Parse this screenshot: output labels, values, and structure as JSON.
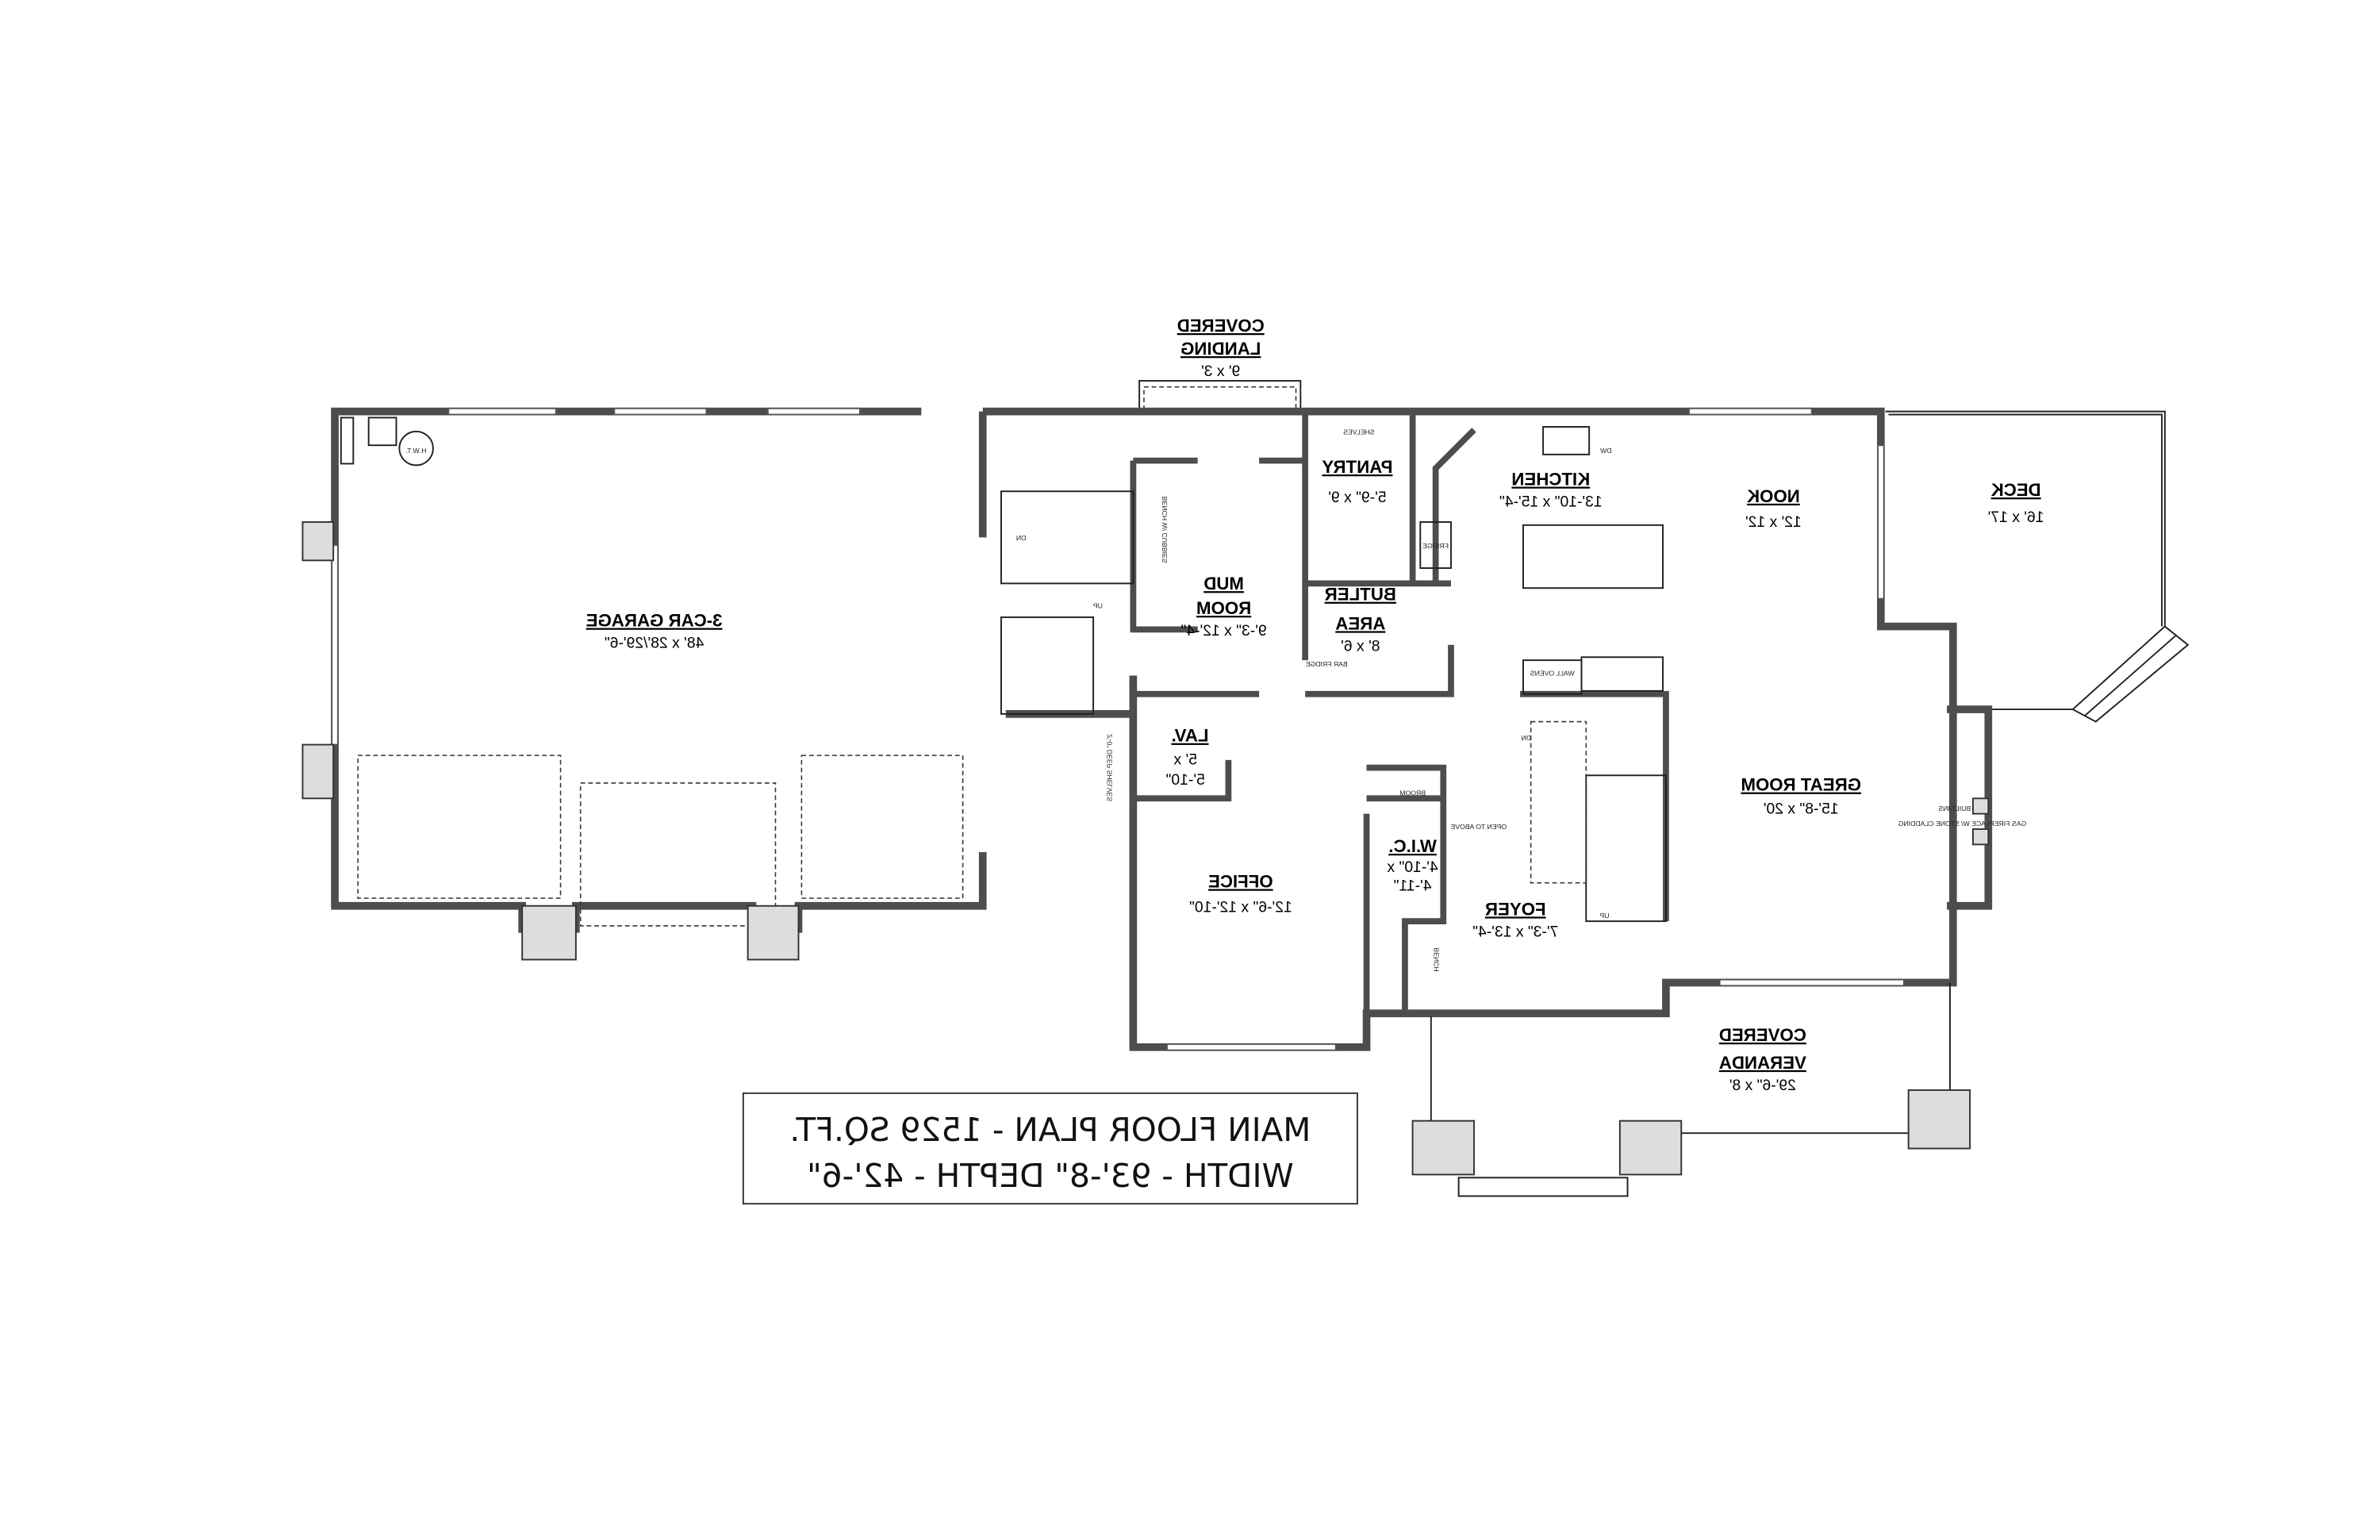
{
  "plan": {
    "mirrored": true,
    "wall_color": "#4d4d4d",
    "info": {
      "line1": "MAIN FLOOR PLAN - 1529 SQ.FT.",
      "line2": "WIDTH - 93'-8\" DEPTH - 42'-6\""
    },
    "rooms": {
      "landing": {
        "name1": "COVERED",
        "name2": "LANDING",
        "size": "9' x 3'"
      },
      "garage": {
        "name": "3-CAR GARAGE",
        "size": "48' x 28'/29'-6\""
      },
      "mud": {
        "name1": "MUD",
        "name2": "ROOM",
        "size": "9'-3\" x 12'-4\""
      },
      "pantry": {
        "name": "PANTRY",
        "size": "5'-9\" x 9'"
      },
      "butler": {
        "name1": "BUTLER",
        "name2": "AREA",
        "size": "8' x 6'"
      },
      "kitchen": {
        "name": "KITCHEN",
        "size": "13'-10\" x 15'-4\""
      },
      "nook": {
        "name": "NOOK",
        "size": "12' x 12'"
      },
      "deck": {
        "name": "DECK",
        "size": "16' x 17'"
      },
      "lav": {
        "name": "LAV.",
        "size1": "5' x",
        "size2": "5'-10\""
      },
      "great": {
        "name": "GREAT ROOM",
        "size": "15'-8\" x 20'"
      },
      "wic": {
        "name": "W.I.C.",
        "size1": "4'-10\" x",
        "size2": "4'-11\""
      },
      "office": {
        "name": "OFFICE",
        "size": "12'-6\" x 12'-10\""
      },
      "foyer": {
        "name": "FOYER",
        "size": "7'-3\" x 13'-4\""
      },
      "veranda": {
        "name1": "COVERED",
        "name2": "VERANDA",
        "size": "29'-6\" x 8'"
      }
    },
    "notes": {
      "hwt": "H.W.T.",
      "shelves": "SHELVES",
      "deep_shelves": "2'-0\" DEEP SHELVES",
      "bench_cubbies": "BENCH W/ CUBBIES",
      "dw": "DW",
      "fridge": "FRIDGE",
      "bar_fridge": "BAR FRIDGE",
      "wall_ovens": "WALL OVENS",
      "broom": "BROOM",
      "bench": "BENCH",
      "dn": "DN",
      "up": "UP",
      "open_above": "OPEN TO ABOVE",
      "built_ins": "BUILT-INS",
      "fireplace": "GAS FIREPLACE W/ STONE CLADDING"
    }
  }
}
